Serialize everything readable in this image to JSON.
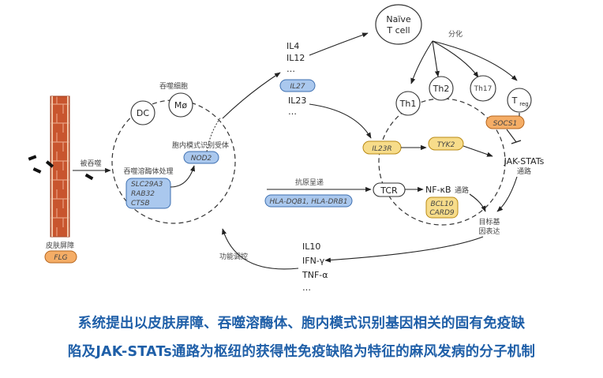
{
  "nodes": {
    "naive_t": [
      "Naïve",
      "T cell"
    ],
    "differentiation": "分化",
    "th1": "Th1",
    "th2": "Th2",
    "th17": "Th17",
    "treg": "T",
    "treg_sub": "reg",
    "phagocytes": "吞噬细胞",
    "dc": "DC",
    "mphi": "Mø",
    "prr_receptor": "胞内模式识别受体",
    "nod2": "NOD2",
    "phagocytosis": "被吞噬",
    "lysosome_processing": "吞噬溶酶体处理",
    "lysosome_genes": [
      "SLC29A3",
      "RAB32",
      "CTSB"
    ],
    "skin_barrier": "皮肤屏障",
    "flg": "FLG",
    "cyto_top": [
      "IL4",
      "IL12",
      "…"
    ],
    "il27": "IL27",
    "cyto_mid": [
      "IL23",
      "…"
    ],
    "il23r": "IL23R",
    "tyk2": "TYK2",
    "socs1": "SOCS1",
    "jak_stat": "JAK-STATs",
    "pathway": "通路",
    "antigen_presentation": "抗原呈递",
    "hla": "HLA-DQB1, HLA-DRB1",
    "tcr": "TCR",
    "nfkb": "NF-κB",
    "nfkb_pathway": "通路",
    "bcl10_card9": [
      "BCL10",
      "CARD9"
    ],
    "target_gene_expression": [
      "目标基",
      "因表达"
    ],
    "cyto_bottom": [
      "IL10",
      "IFN-γ",
      "TNF-α",
      "…"
    ],
    "functional_regulation": "功能调控"
  },
  "caption": {
    "line1": "系统提出以皮肤屏障、吞噬溶酶体、胞内模式识别基因相关的固有免疫缺",
    "line2": "陷及JAK-STATs通路为枢纽的获得性免疫缺陷为特征的麻风发病的分子机制"
  },
  "colors": {
    "blue_fill": "#aac8ee",
    "blue_stroke": "#3d6fb0",
    "yellow_fill": "#f7dc8a",
    "yellow_stroke": "#b98a14",
    "orange_fill": "#f5ad66",
    "orange_stroke": "#b5651d",
    "skin_fill": "#c8552e",
    "caption": "#1f5fa8"
  }
}
